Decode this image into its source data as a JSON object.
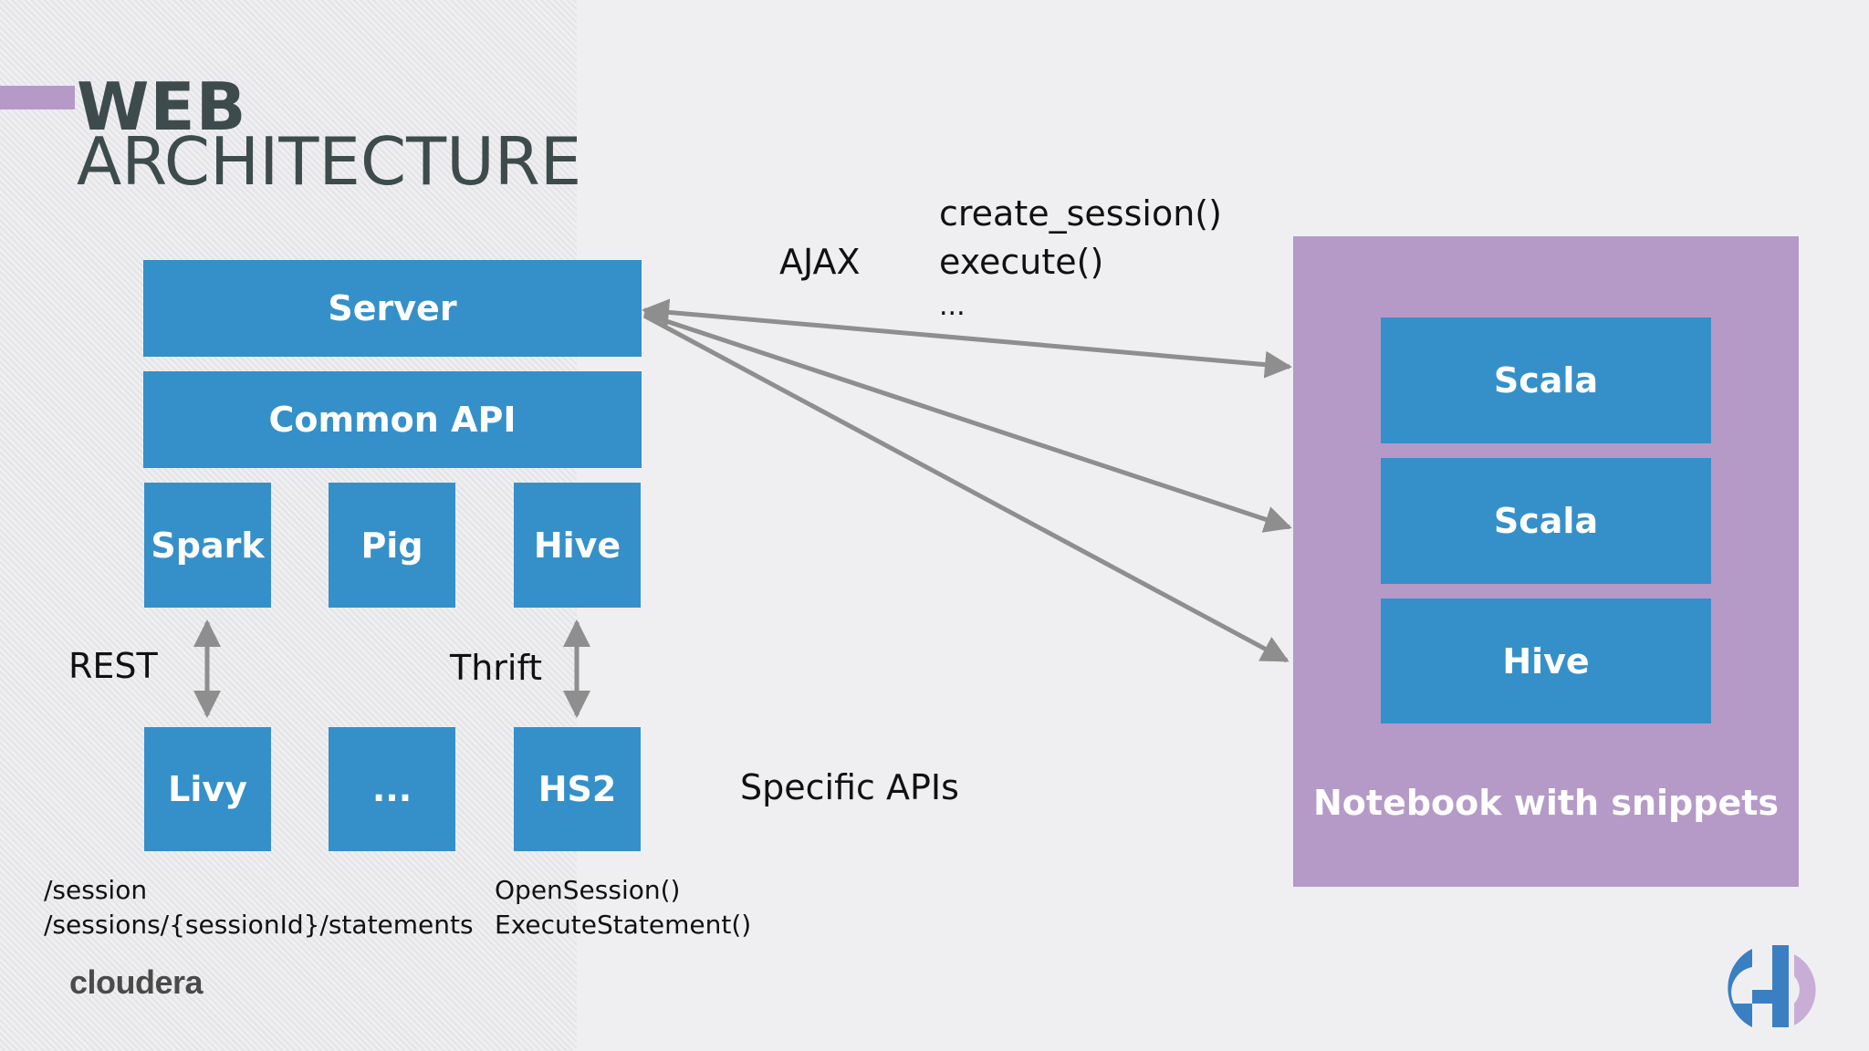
{
  "title": {
    "line1": "WEB",
    "line2": "ARCHITECTURE"
  },
  "left_stack": {
    "server": "Server",
    "common_api": "Common API",
    "engines": [
      "Spark",
      "Pig",
      "Hive"
    ],
    "backends": [
      "Livy",
      "...",
      "HS2"
    ]
  },
  "protocols": {
    "rest": "REST",
    "thrift": "Thrift"
  },
  "rest_endpoints": [
    "/session",
    "/sessions/{sessionId}/statements"
  ],
  "thrift_methods": [
    "OpenSession()",
    "ExecuteStatement()"
  ],
  "specific_apis": "Specific APIs",
  "ajax": {
    "label": "AJAX",
    "calls": [
      "create_session()",
      "execute()",
      "..."
    ]
  },
  "notebook": {
    "snippets": [
      "Scala",
      "Scala",
      "Hive"
    ],
    "label": "Notebook with snippets"
  },
  "brand": {
    "logo": "cloudera",
    "hue_logo": "hue-logo-icon"
  },
  "colors": {
    "box": "#3590c9",
    "notebook": "#b59ac8",
    "arrow": "#8e8e8e",
    "title": "#3d4b4d"
  }
}
